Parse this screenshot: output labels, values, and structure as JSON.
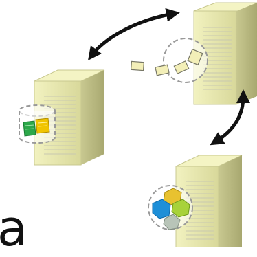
{
  "diagram": {
    "corner_text": "a",
    "servers": [
      {
        "id": "server-top-right",
        "contents": "documents-transfer"
      },
      {
        "id": "server-left",
        "contents": "storage-container"
      },
      {
        "id": "server-bottom-right",
        "contents": "shared-objects"
      }
    ],
    "connections": [
      {
        "from": "server-left",
        "to": "server-top-right",
        "style": "double-headed-arrow"
      },
      {
        "from": "server-top-right",
        "to": "server-bottom-right",
        "style": "double-headed-arrow"
      }
    ],
    "colors": {
      "server_face": "#e8e8a8",
      "server_side": "#b8b880",
      "server_top": "#f4f4c4",
      "vent_lines": "#c8c8c8",
      "arrow": "#111111",
      "dashed_circle": "#999999",
      "doc_fill": "#f3efb8",
      "icon_green": "#2ca84a",
      "icon_yellow": "#f0c400",
      "icon_blue": "#1e8fd8",
      "icon_lime": "#a8d23a",
      "icon_gray": "#b8c4b8",
      "icon_gold": "#e8c230"
    }
  }
}
